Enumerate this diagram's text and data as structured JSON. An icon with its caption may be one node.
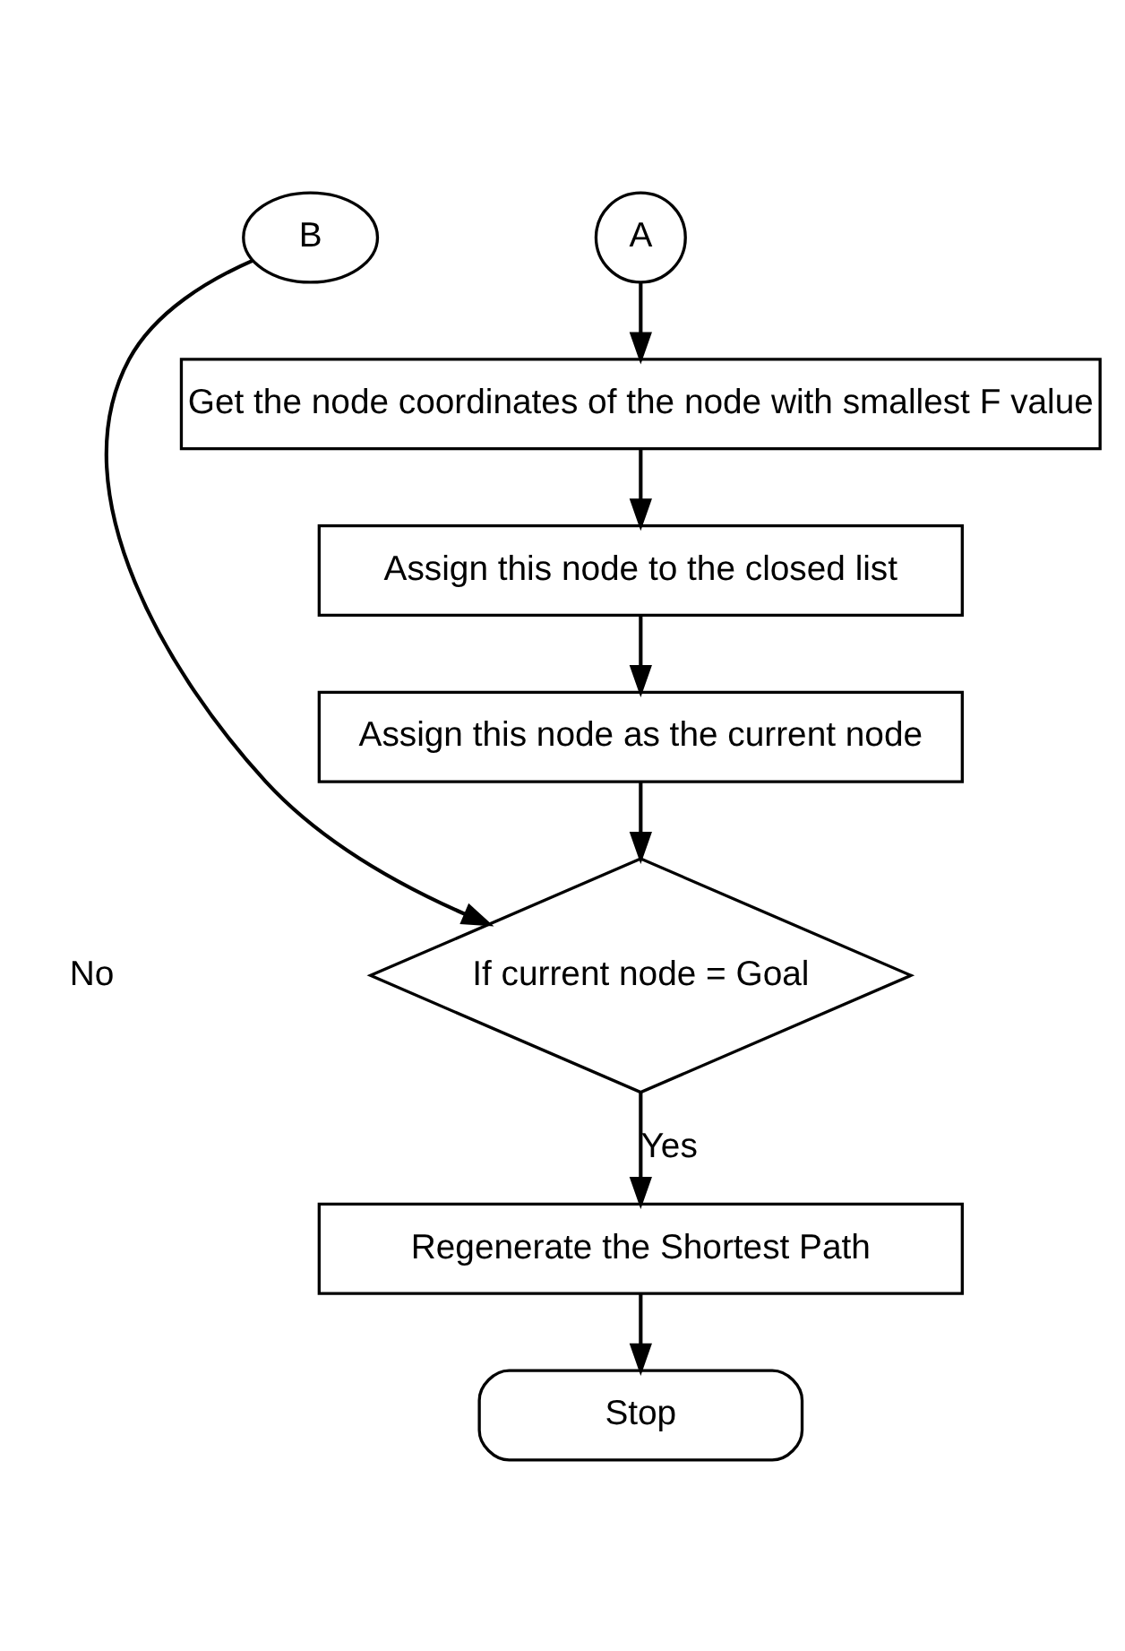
{
  "diagram": {
    "nodes": [
      {
        "text": [
          "B"
        ]
      },
      {
        "text": [
          "A"
        ]
      },
      {
        "text": [
          "Get the node coordinates of the node with smallest F value"
        ]
      },
      {
        "text": [
          "Assign this node to the closed list"
        ]
      },
      {
        "text": [
          "Assign this node as the current node"
        ]
      },
      {
        "text": [
          "If current node = Goal"
        ]
      },
      {
        "text": [
          "Regenerate the Shortest Path"
        ]
      },
      {
        "text": [
          "Stop"
        ]
      }
    ],
    "edges": [
      {
        "from": 1,
        "to": 2,
        "arrow": "to"
      },
      {
        "from": 2,
        "to": 3,
        "arrow": "to"
      },
      {
        "from": 3,
        "to": 4,
        "arrow": "to"
      },
      {
        "from": 4,
        "to": 5,
        "arrow": "to"
      },
      {
        "from": 0,
        "to": 5,
        "arrow": "to"
      },
      {
        "from": 5,
        "to": 6,
        "arrow": "to",
        "label": "Yes"
      },
      {
        "from": 6,
        "to": 7,
        "arrow": "to"
      }
    ],
    "labels": [
      "No"
    ]
  }
}
